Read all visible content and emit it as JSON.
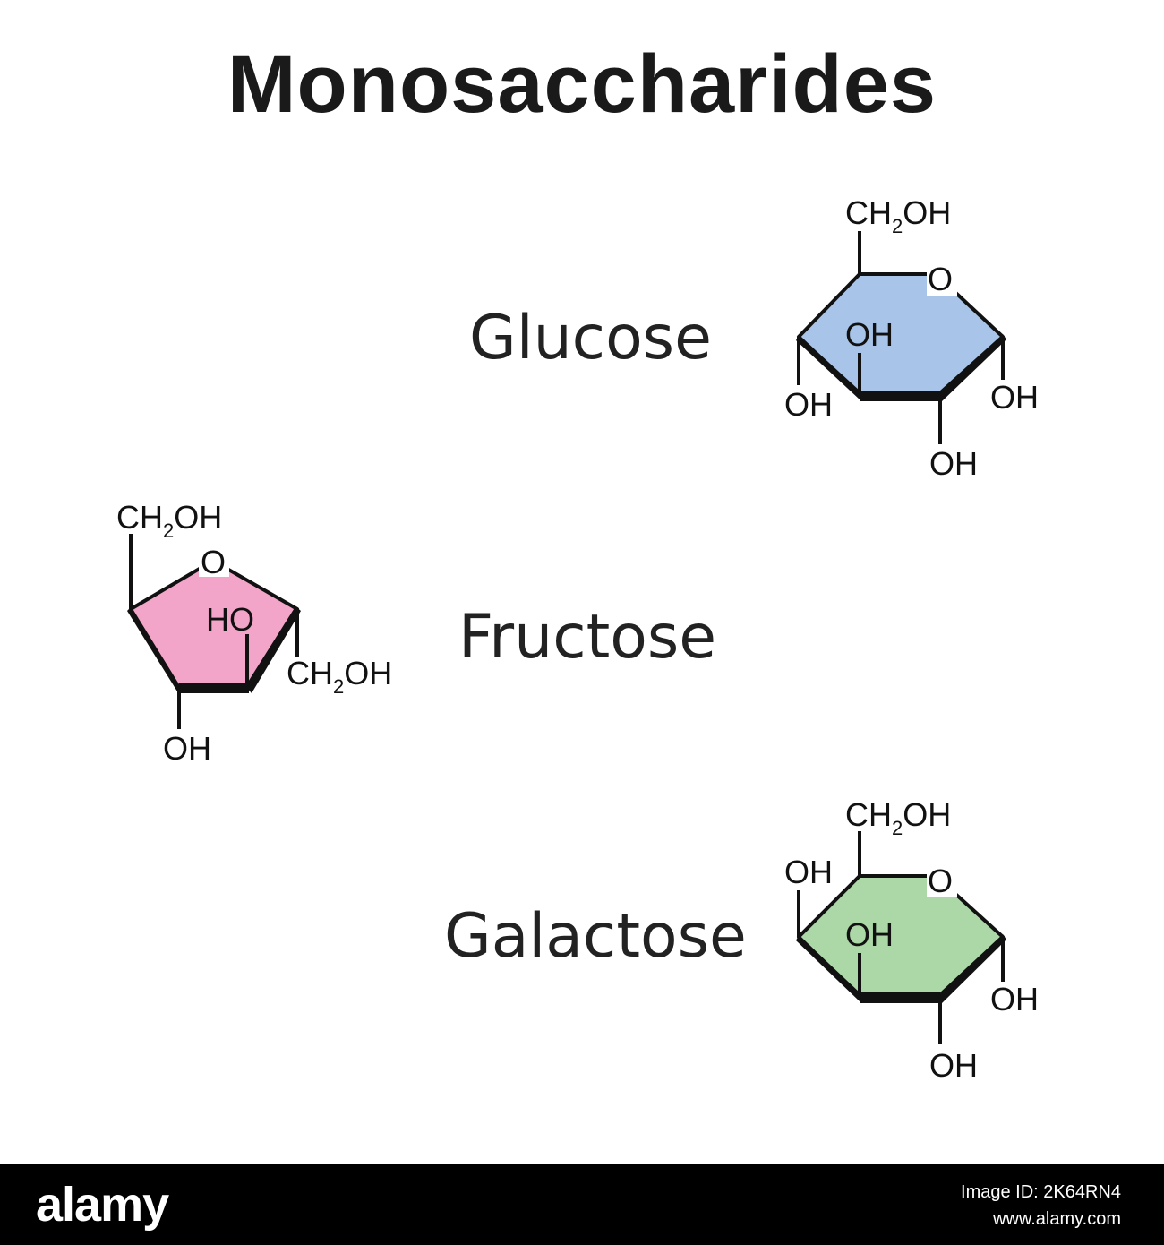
{
  "title": "Monosaccharides",
  "sugars": {
    "glucose": {
      "name": "Glucose",
      "ring_color": "#a8c4e8",
      "ch2oh_main": "CH",
      "ch2oh_sub": "2",
      "ch2oh_tail": "OH",
      "ring_o": "O",
      "oh_c3": "OH",
      "oh_c4": "OH",
      "oh_c1": "OH",
      "oh_c2": "OH"
    },
    "fructose": {
      "name": "Fructose",
      "ring_color": "#f2a5c8",
      "ch2oh_top_main": "CH",
      "ch2oh_top_sub": "2",
      "ch2oh_top_tail": "OH",
      "ring_o": "O",
      "ho_c3": "HO",
      "ch2oh_right_main": "CH",
      "ch2oh_right_sub": "2",
      "ch2oh_right_tail": "OH",
      "oh_bottom": "OH"
    },
    "galactose": {
      "name": "Galactose",
      "ring_color": "#acd8a8",
      "ch2oh_main": "CH",
      "ch2oh_sub": "2",
      "ch2oh_tail": "OH",
      "oh_c4_top": "OH",
      "ring_o": "O",
      "oh_c3": "OH",
      "oh_c1": "OH",
      "oh_c2": "OH"
    }
  },
  "footer": {
    "brand": "alamy",
    "image_id_label": "Image ID: 2K64RN4",
    "site": "www.alamy.com"
  }
}
